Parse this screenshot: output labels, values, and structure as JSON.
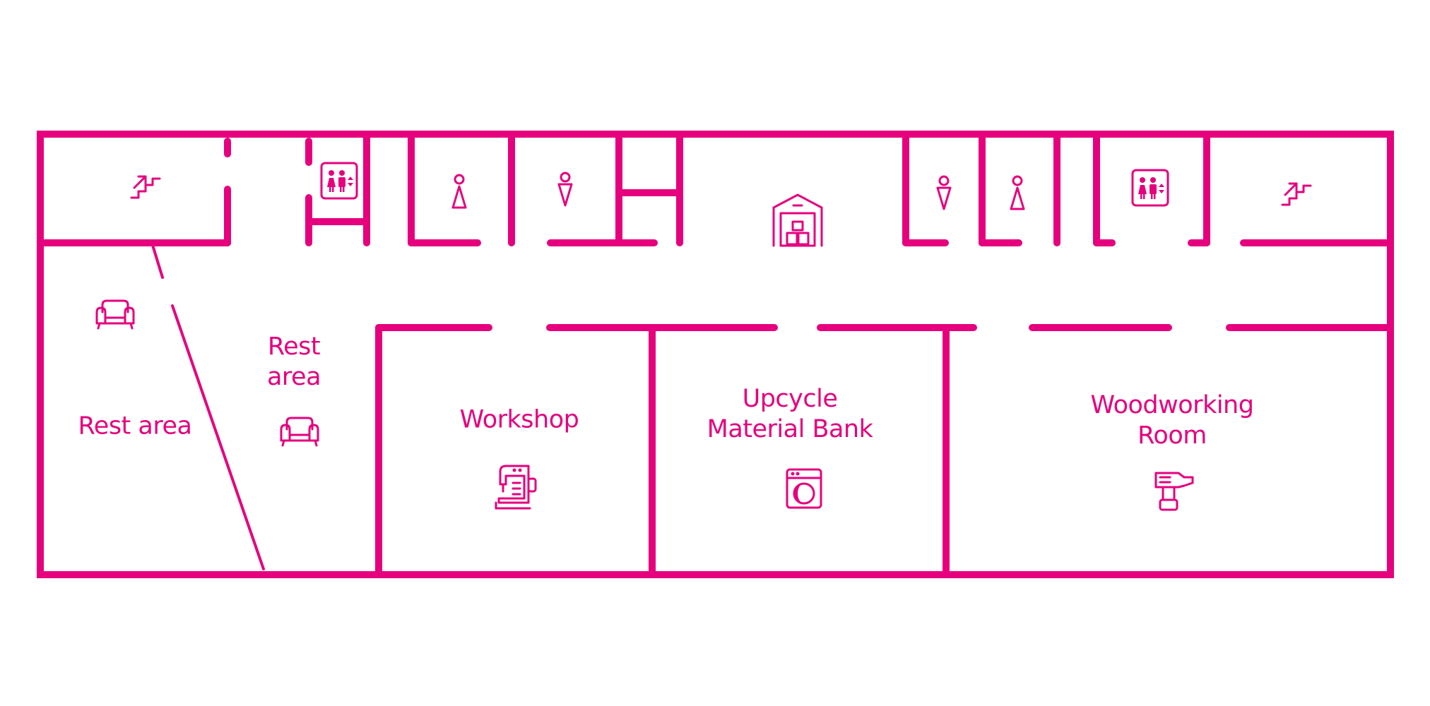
{
  "accent_color": "#E6007E",
  "background_color": "#FFFFFF",
  "rooms": {
    "rest_area_left": {
      "label": "Rest area",
      "icon": "sofa-icon"
    },
    "rest_area_mid": {
      "label_line1": "Rest",
      "label_line2": "area",
      "icon": "sofa-icon"
    },
    "workshop": {
      "label": "Workshop",
      "icon": "sewing-machine-icon"
    },
    "material_bank": {
      "label_line1": "Upcycle",
      "label_line2": "Material Bank",
      "icon": "washing-machine-icon"
    },
    "woodworking": {
      "label_line1": "Woodworking",
      "label_line2": "Room",
      "icon": "power-tool-icon"
    }
  },
  "service_icons": [
    "stairs-icon",
    "elevator-icon",
    "female-restroom-icon",
    "male-restroom-icon",
    "warehouse-icon",
    "male-restroom-icon",
    "female-restroom-icon",
    "elevator-icon",
    "stairs-icon"
  ]
}
